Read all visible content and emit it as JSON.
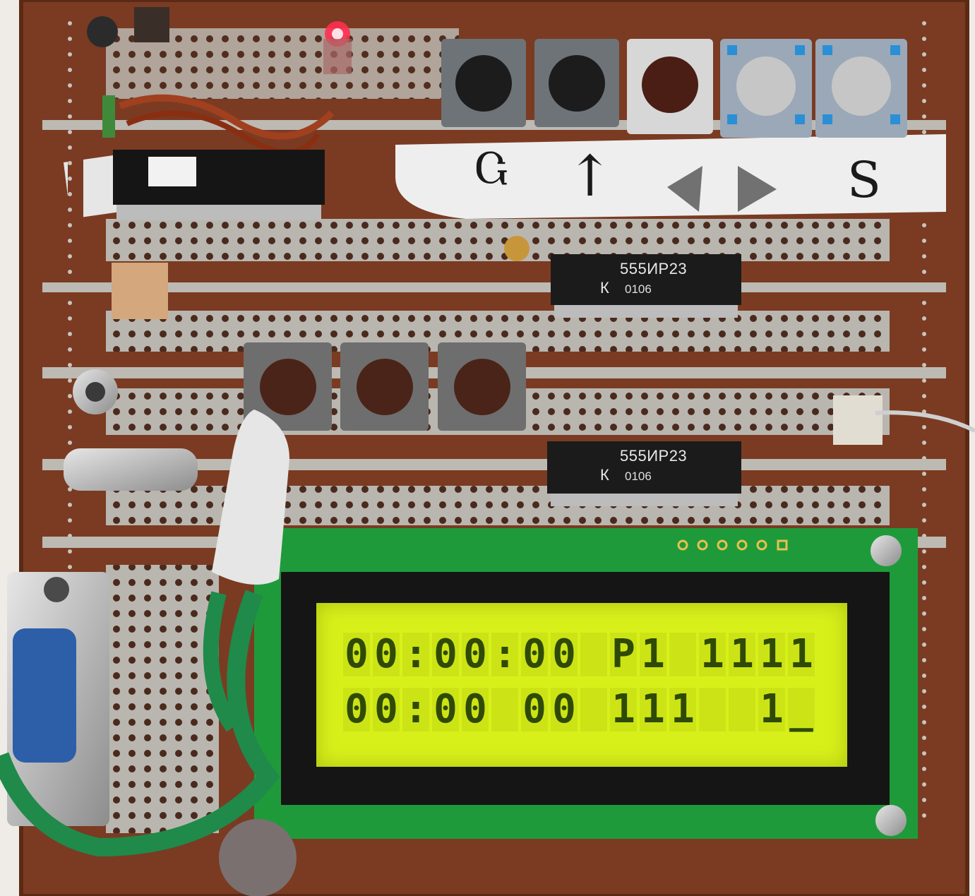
{
  "lcd": {
    "line1": [
      "0",
      "0",
      ":",
      "0",
      "0",
      ":",
      "0",
      "0",
      " ",
      "P",
      "1",
      " ",
      "1",
      "1",
      "1",
      "1"
    ],
    "line2": [
      "0",
      "0",
      ":",
      "0",
      "0",
      " ",
      "0",
      "0",
      " ",
      "1",
      "1",
      "1",
      " ",
      " ",
      "1",
      "_"
    ]
  },
  "chip_top": {
    "part": "555ИР23",
    "prefix": "К",
    "date": "0106"
  },
  "chip_bottom": {
    "part": "555ИР23",
    "prefix": "К",
    "date": "0106"
  },
  "tape_labels": {
    "left": "Ⴚ",
    "up": "↑",
    "s": "S"
  },
  "colors": {
    "pcb": "#7a3b22",
    "trace": "#b9b6b0",
    "lcd_back": "#d8f01a",
    "lcd_pixel": "#2f4a06",
    "lcd_board": "#1f9a3a",
    "button_blue": "#2b8fd6"
  }
}
